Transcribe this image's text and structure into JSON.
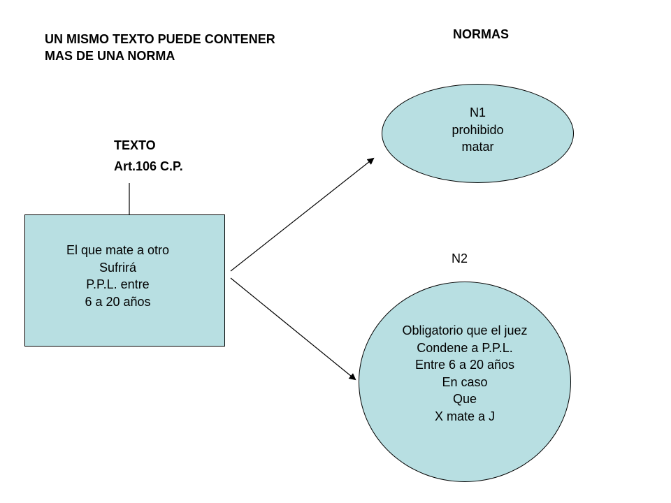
{
  "title": {
    "line1": "UN MISMO TEXTO PUEDE CONTENER",
    "line2": "MAS DE UNA NORMA"
  },
  "normas_heading": "NORMAS",
  "texto_label": {
    "line1": "TEXTO",
    "line2": "Art.106 C.P."
  },
  "text_box": {
    "lines": [
      "El que mate a otro",
      "Sufrirá",
      "P.P.L. entre",
      "6 a 20 años"
    ],
    "fill": "#b8dfe2"
  },
  "norm1": {
    "lines": [
      "N1",
      "prohibido",
      "matar"
    ],
    "fill": "#b8dfe2"
  },
  "norm2": {
    "label": "N2",
    "lines": [
      "Obligatorio que el juez",
      "Condene a P.P.L.",
      "Entre 6 a 20 años",
      "En caso",
      "Que",
      "X mate a J"
    ],
    "fill": "#b8dfe2"
  },
  "colors": {
    "shape_fill": "#b8dfe2",
    "stroke": "#000000",
    "background": "#ffffff"
  }
}
